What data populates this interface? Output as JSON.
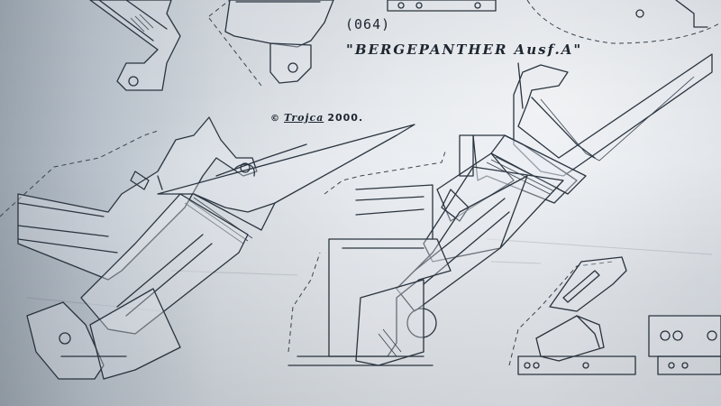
{
  "sheet": {
    "plate_number": "(064)",
    "title": "\"BERGEPANTHER  Ausf.A\"",
    "copyright_symbol": "©",
    "copyright_maker": "Trojca",
    "copyright_year": "2000."
  },
  "colors": {
    "ink": "#2b3540",
    "paper": "#dfe4e9"
  }
}
